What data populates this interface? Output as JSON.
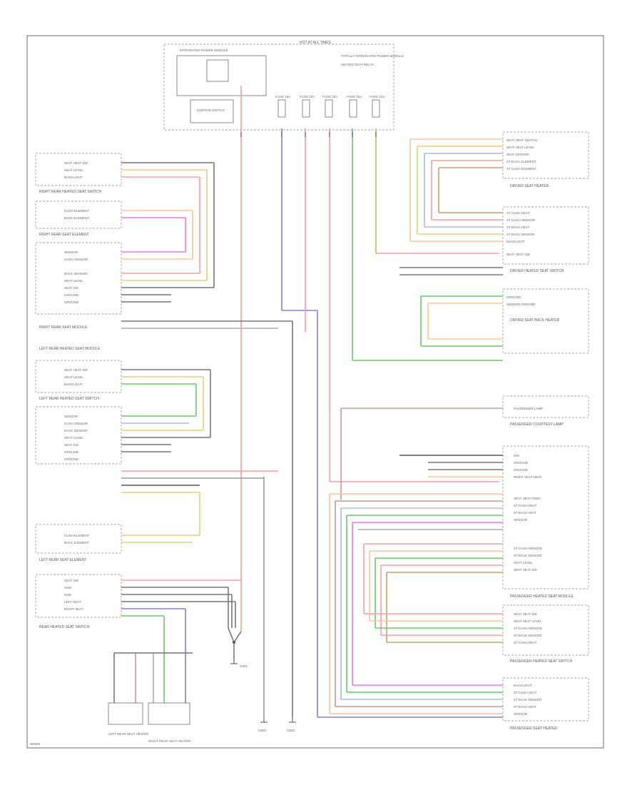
{
  "diagram": {
    "footer_code": "W0005",
    "fuses": [
      {
        "id": "fuse-1",
        "label": "FUSE 15A"
      },
      {
        "id": "fuse-2",
        "label": "FUSE 10A"
      },
      {
        "id": "fuse-3",
        "label": "FUSE 10A"
      },
      {
        "id": "fuse-4",
        "label": "FUSE 15A"
      },
      {
        "id": "fuse-5",
        "label": "FUSE 10A"
      }
    ],
    "top_labels": {
      "hot_at_all_times": "HOT AT ALL TIMES",
      "relay_box": "INTEGRATED POWER MODULE",
      "ign_switch": "IGNITION SWITCH",
      "totally_integrated": "TOTALLY INTEGRATED POWER MODULE",
      "heated_seat": "HEATED SEAT RELAY"
    },
    "right_groups": [
      {
        "id": "driver-heated-seat-module",
        "title": "DRIVER SEAT HEATER",
        "rows": [
          "SEAT HEAT SWITCH",
          "SEAT HEAT LEVEL",
          "SEAT SENSOR",
          "ST BACK ELEMENT",
          "ST CUSH ELEMENT"
        ]
      },
      {
        "id": "driver-heated-seat-switch",
        "title": "DRIVER HEATED SEAT SWITCH",
        "rows": [
          "ST CUSH HEAT",
          "ST CUSH SENSOR",
          "ST BACK HEAT",
          "ST BACK SENSOR",
          "BACKLIGHT",
          "SEAT HEAT SW"
        ]
      },
      {
        "id": "driver-seat-back",
        "title": "DRIVER SEAT BACK HEATER",
        "rows": [
          "GROUND",
          "SENSOR GROUND"
        ]
      },
      {
        "id": "passenger-courtesy",
        "title": "PASSENGER COURTESY LAMP",
        "rows": [
          "PASSENGER LAMP"
        ]
      },
      {
        "id": "passenger-module",
        "title": "PASSENGER HEATED SEAT MODULE",
        "rows": [
          "IGN",
          "GROUND",
          "GROUND",
          "RIGHT SEAT HEAT",
          "SEAT HEAT FEED",
          "ST CUSH HEAT",
          "ST BACK HEAT",
          "SENSOR",
          "ST CUSH SENSOR",
          "ST BACK SENSOR",
          "HEAT LEVEL",
          "SEAT HEAT SW"
        ]
      },
      {
        "id": "passenger-switch",
        "title": "PASSENGER HEATED SEAT SWITCH",
        "rows": [
          "SEAT HEAT SW",
          "SEAT HEAT LEVEL",
          "ST CUSH SENSOR",
          "ST BACK SENSOR",
          "ST CUSH HEAT"
        ]
      },
      {
        "id": "passenger-seat",
        "title": "PASSENGER SEAT HEATER",
        "rows": [
          "BACKLIGHT",
          "ST CUSH HEAT",
          "ST BACK SENSOR",
          "ST BACK HEAT",
          "SENSOR"
        ]
      }
    ],
    "left_groups": [
      {
        "id": "right-rear-switch",
        "title": "RIGHT REAR HEATED SEAT SWITCH",
        "rows": [
          "SEAT HEAT SW",
          "HEAT LEVEL",
          "BACKLIGHT"
        ]
      },
      {
        "id": "right-rear-element",
        "title": "RIGHT REAR SEAT ELEMENT",
        "rows": [
          "CUSH ELEMENT",
          "BACK ELEMENT"
        ]
      },
      {
        "id": "right-rear-module",
        "title": "RIGHT REAR SEAT MODULE",
        "rows": [
          "SENSOR",
          "CUSH SENSOR",
          "BACK SENSOR",
          "HEAT LEVEL",
          "SEAT SW",
          "GROUND",
          "GROUND"
        ]
      },
      {
        "id": "left-rear-switch",
        "title": "LEFT REAR HEATED SEAT SWITCH",
        "rows": [
          "SEAT HEAT SW",
          "HEAT LEVEL",
          "BACKLIGHT"
        ]
      },
      {
        "id": "left-rear-module",
        "title": "LEFT REAR HEATED SEAT MODULE",
        "rows": [
          "SENSOR",
          "CUSH SENSOR",
          "BACK SENSOR",
          "HEAT LEVEL",
          "SEAT SW",
          "GROUND",
          "GROUND"
        ]
      },
      {
        "id": "left-rear-element",
        "title": "LEFT REAR SEAT ELEMENT",
        "rows": [
          "CUSH ELEMENT",
          "BACK ELEMENT"
        ]
      },
      {
        "id": "rear-heated-seat-switch",
        "title": "REAR HEATED SEAT SWITCH",
        "rows": [
          "SEAT SW",
          "GND",
          "GND",
          "LEFT SEAT",
          "RIGHT SEAT"
        ]
      }
    ],
    "bottom_components": [
      {
        "id": "left-rear-seat-heater",
        "label": "LEFT REAR SEAT HEATER"
      },
      {
        "id": "right-rear-seat-heater",
        "label": "RIGHT REAR SEAT HEATER"
      },
      {
        "id": "ground-1",
        "label": "G301"
      },
      {
        "id": "ground-2",
        "label": "G302"
      },
      {
        "id": "ground-3",
        "label": "G303"
      }
    ]
  }
}
